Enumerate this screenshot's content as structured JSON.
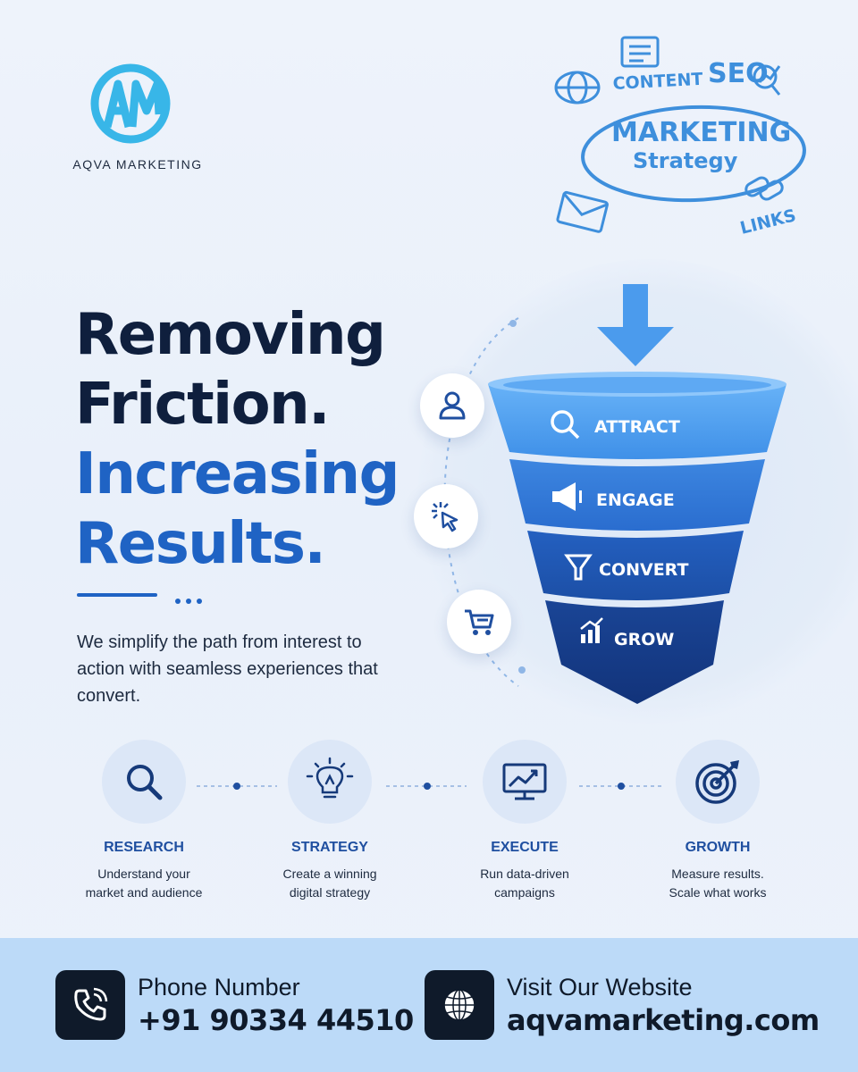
{
  "brand": {
    "name": "AQVA MARKETING",
    "logo_letters": "AM",
    "accent": "#38b6e8"
  },
  "sketch": {
    "center_line1": "MARKETING",
    "center_line2": "Strategy",
    "content": "CONTENT",
    "seo": "SEO",
    "links": "LINKS"
  },
  "headline": {
    "line1": "Removing",
    "line2": "Friction.",
    "line3": "Increasing",
    "line4": "Results."
  },
  "description": "We simplify the path from interest to action with seamless experiences that convert.",
  "funnel": {
    "stages": [
      {
        "label": "ATTRACT",
        "icon": "search-icon",
        "color": "#4a9cf0"
      },
      {
        "label": "ENGAGE",
        "icon": "megaphone-icon",
        "color": "#2f78d8"
      },
      {
        "label": "CONVERT",
        "icon": "filter-icon",
        "color": "#1f5cb8"
      },
      {
        "label": "GROW",
        "icon": "bar-chart-icon",
        "color": "#153f8e"
      }
    ],
    "side_icons": [
      "user-icon",
      "cursor-click-icon",
      "cart-icon"
    ]
  },
  "steps": [
    {
      "title": "RESEARCH",
      "desc_line1": "Understand your",
      "desc_line2": "market and audience",
      "icon": "search-icon"
    },
    {
      "title": "STRATEGY",
      "desc_line1": "Create a winning",
      "desc_line2": "digital strategy",
      "icon": "lightbulb-icon"
    },
    {
      "title": "EXECUTE",
      "desc_line1": "Run data-driven",
      "desc_line2": "campaigns",
      "icon": "monitor-chart-icon"
    },
    {
      "title": "GROWTH",
      "desc_line1": "Measure results.",
      "desc_line2": "Scale what works",
      "icon": "target-icon"
    }
  ],
  "footer": {
    "phone_label": "Phone Number",
    "phone_value": "+91 90334 44510",
    "web_label": "Visit Our Website",
    "web_value": "aqvamarketing.com"
  }
}
